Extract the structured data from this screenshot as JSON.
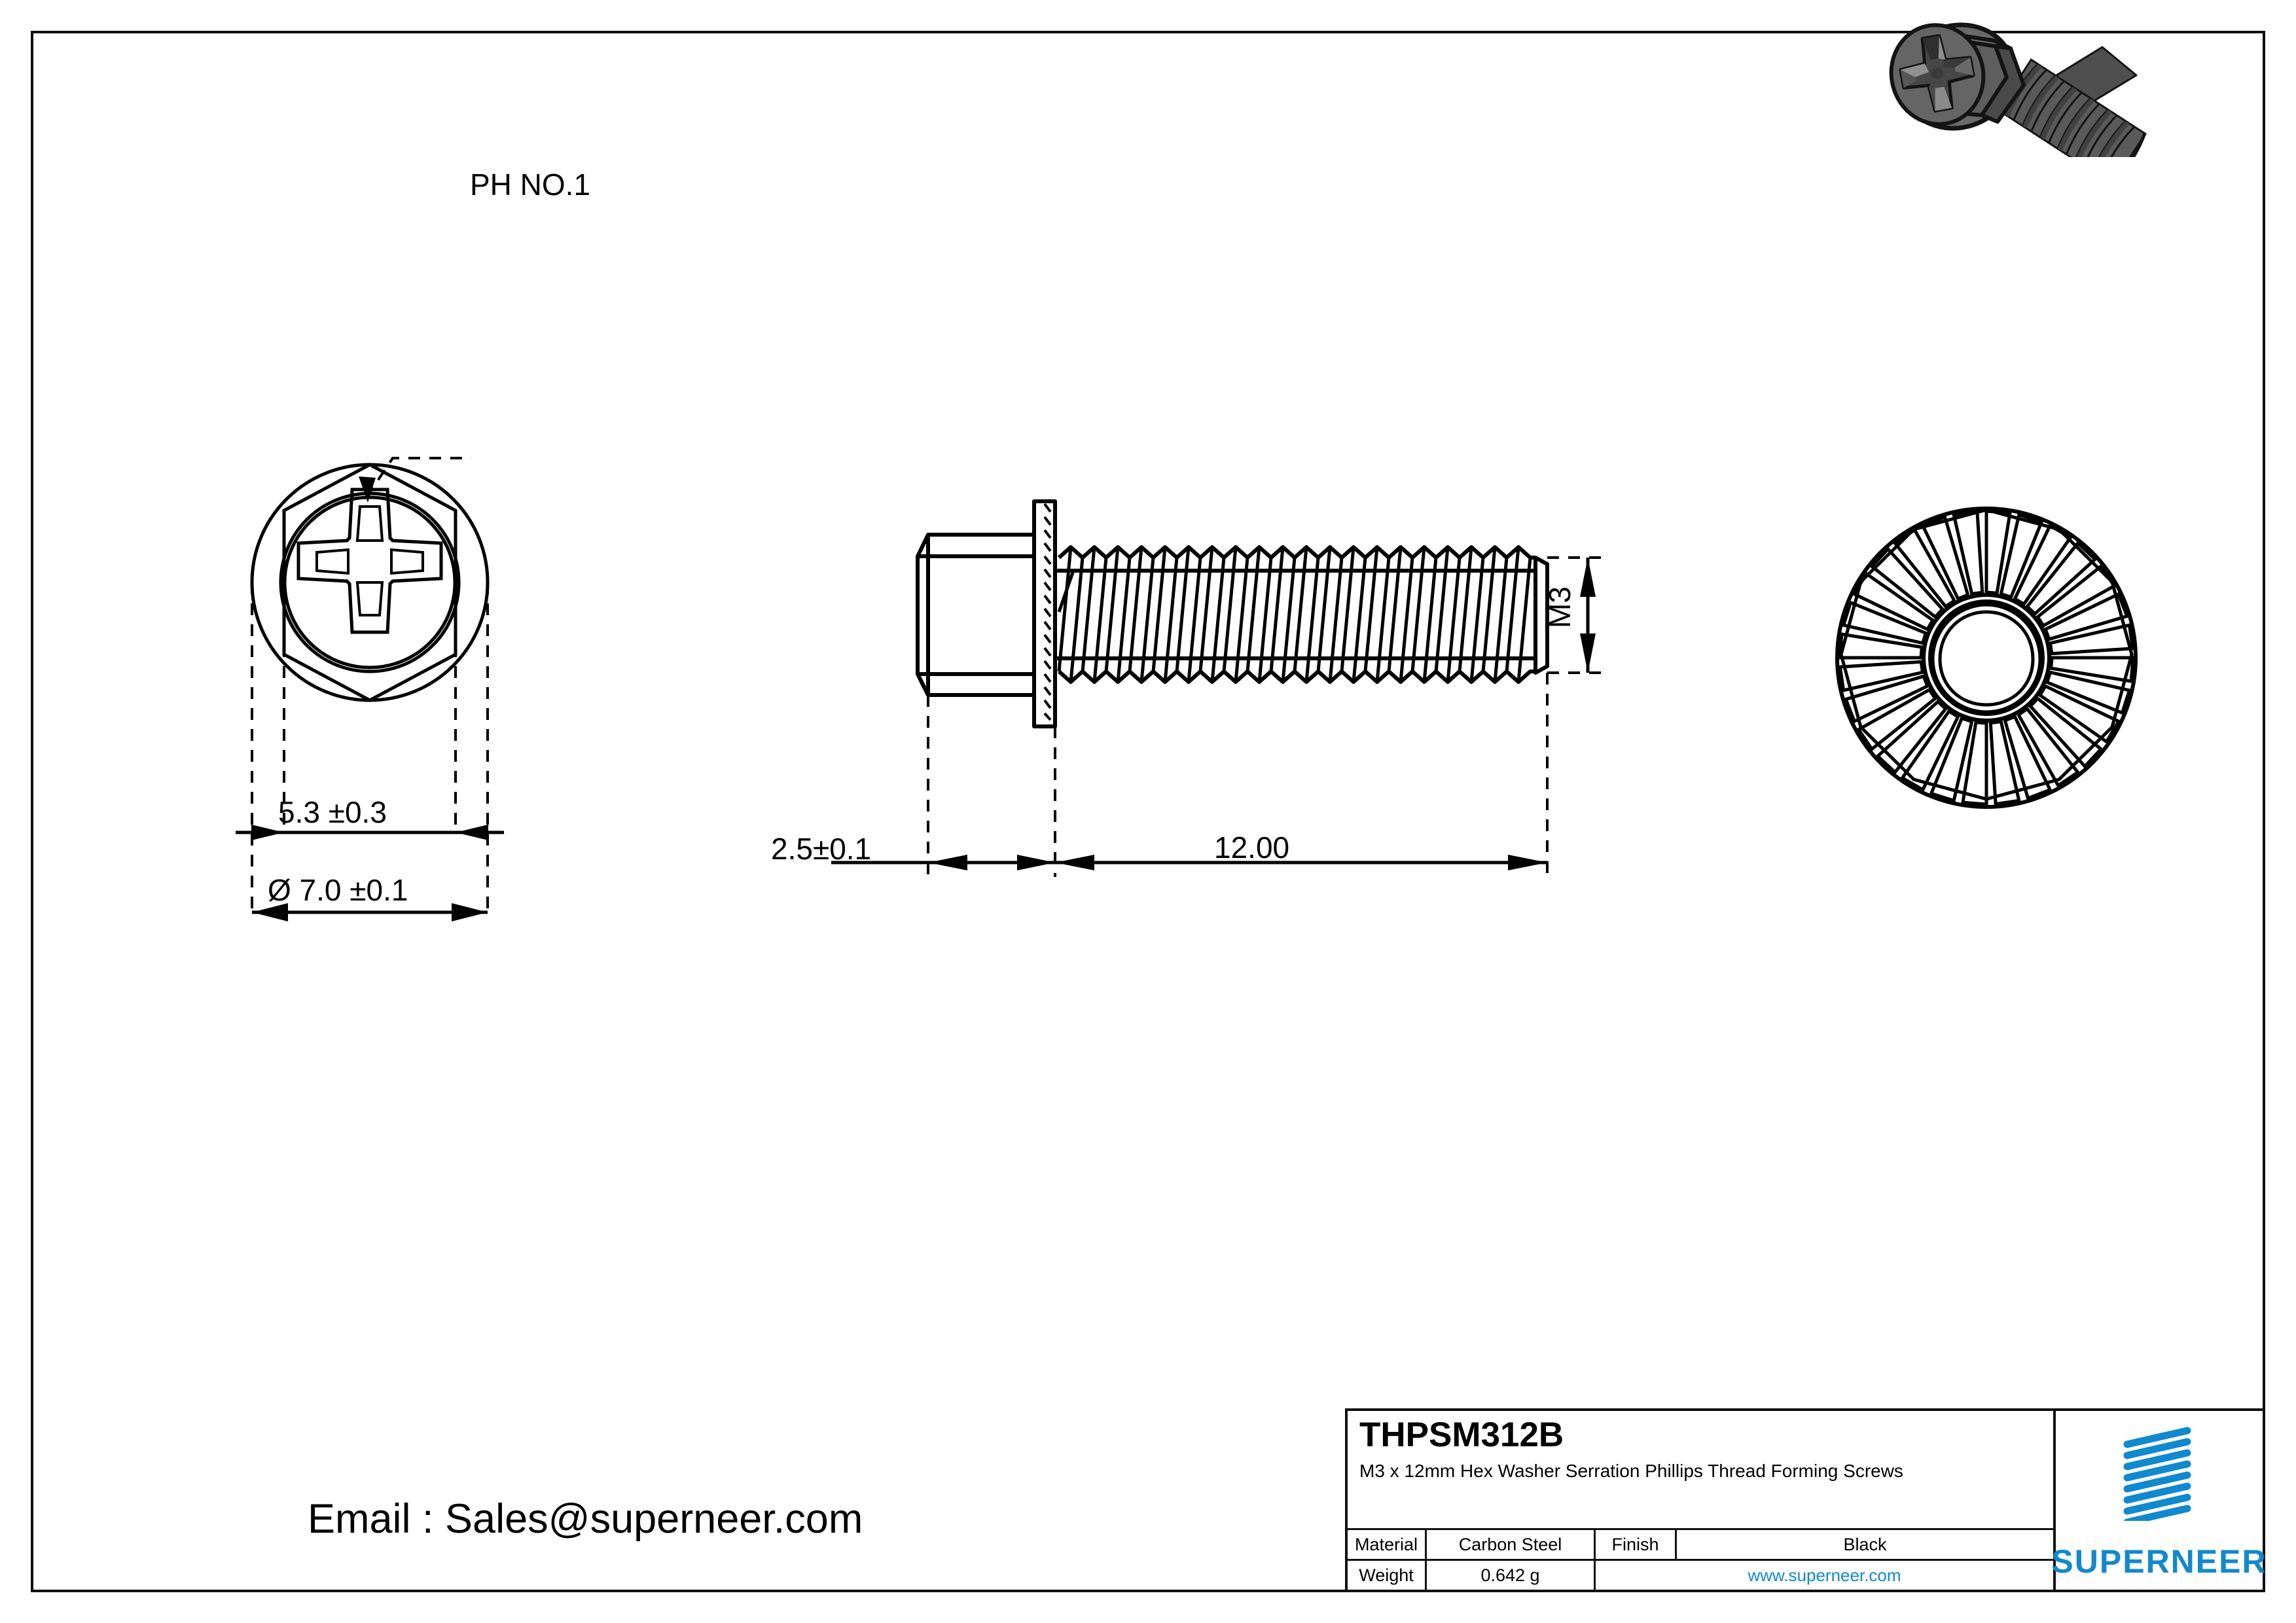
{
  "sheet": {
    "background": "#ffffff",
    "line_color": "#111111",
    "accent_color": "#1189CE"
  },
  "annotations": {
    "ph_callout": "PH NO.1",
    "head_across_flats": "5.3 ±0.3",
    "flange_diameter": "Ø 7.0 ±0.1",
    "head_height": "2.5±0.1",
    "thread_length": "12.00",
    "thread_size": "M3"
  },
  "email": {
    "label": "Email : Sales@superneer.com"
  },
  "titleblock": {
    "part_code": "THPSM312B",
    "description": "M3 x 12mm Hex Washer Serration Phillips Thread Forming  Screws",
    "material_label": "Material",
    "material_value": "Carbon Steel",
    "finish_label": "Finish",
    "finish_value": "Black",
    "weight_label": "Weight",
    "weight_value": "0.642 g",
    "website": "www.superneer.com",
    "logo_text": "SUPERNEER"
  },
  "views": {
    "front_view_name": "phillips-hex-washer-head-front-view",
    "side_view_name": "screw-side-elevation-view",
    "bottom_view_name": "serrated-flange-bottom-view",
    "render_name": "isometric-3d-screw-render"
  }
}
